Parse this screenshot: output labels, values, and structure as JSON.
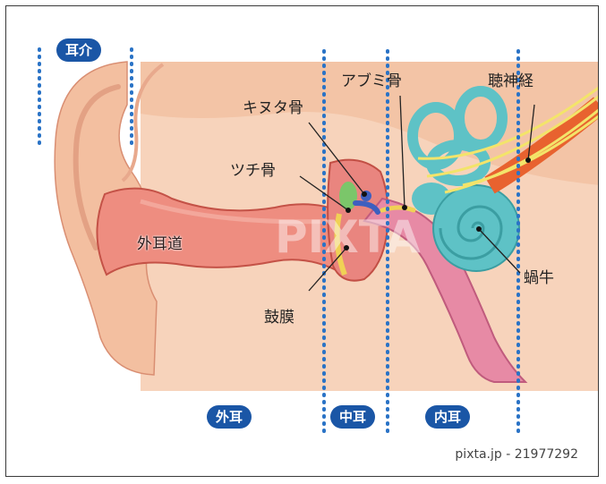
{
  "labels": {
    "auricle": "耳介",
    "outer_ear": "外耳",
    "middle_ear": "中耳",
    "inner_ear": "内耳",
    "ear_canal": "外耳道",
    "malleus": "ツチ骨",
    "incus": "キヌタ骨",
    "stapes": "アブミ骨",
    "auditory_nerve": "聴神経",
    "cochlea": "蝸牛",
    "eardrum": "鼓膜"
  },
  "watermark": "PIXTA",
  "credit": "pixta.jp - 21977292",
  "colors": {
    "tissue": "#f5c9ad",
    "tissue_dark": "#e9a98d",
    "canal": "#e97a6e",
    "canal_outline": "#c24f45",
    "tube": "#e07090",
    "cochlea": "#5ec2c6",
    "nerve_yellow": "#f3e46a",
    "nerve_orange": "#e8622f",
    "label_pill": "#1a56a6",
    "divider": "#2a73c6"
  }
}
